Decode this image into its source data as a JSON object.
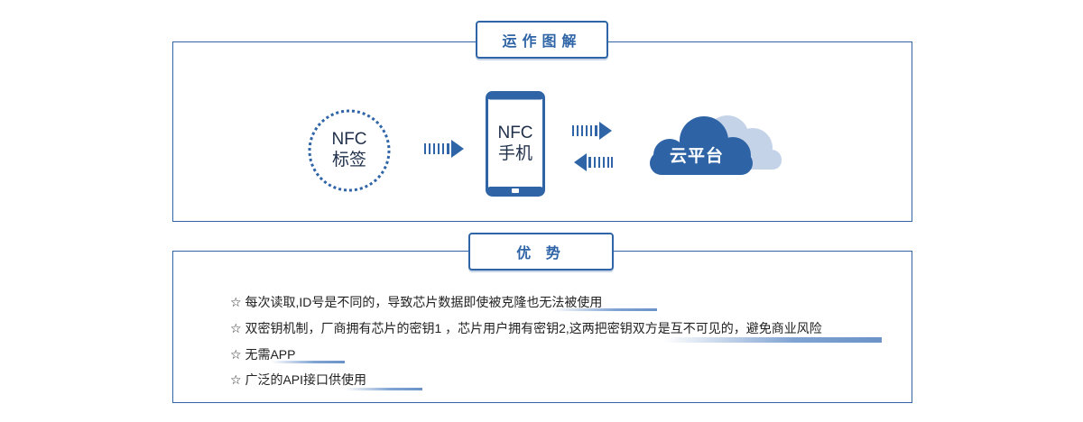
{
  "section1": {
    "title": "运作图解"
  },
  "diagram": {
    "nfc_tag": {
      "line1": "NFC",
      "line2": "标签"
    },
    "phone": {
      "line1": "NFC",
      "line2": "手机"
    },
    "cloud": {
      "label": "云平台"
    }
  },
  "section2": {
    "title": "优 势"
  },
  "advantages": [
    "☆ 每次读取,ID号是不同的，导致芯片数据即使被克隆也无法被使用",
    "☆ 双密钥机制，厂商拥有芯片的密钥1 ，芯片用户拥有密钥2,这两把密钥双方是互不可见的，避免商业风险",
    "☆ 无需APP",
    "☆ 广泛的API接口供使用"
  ],
  "colors": {
    "primary": "#2f65a7",
    "cloud_front": "#2e63a6",
    "cloud_back": "#c5d3e8"
  }
}
